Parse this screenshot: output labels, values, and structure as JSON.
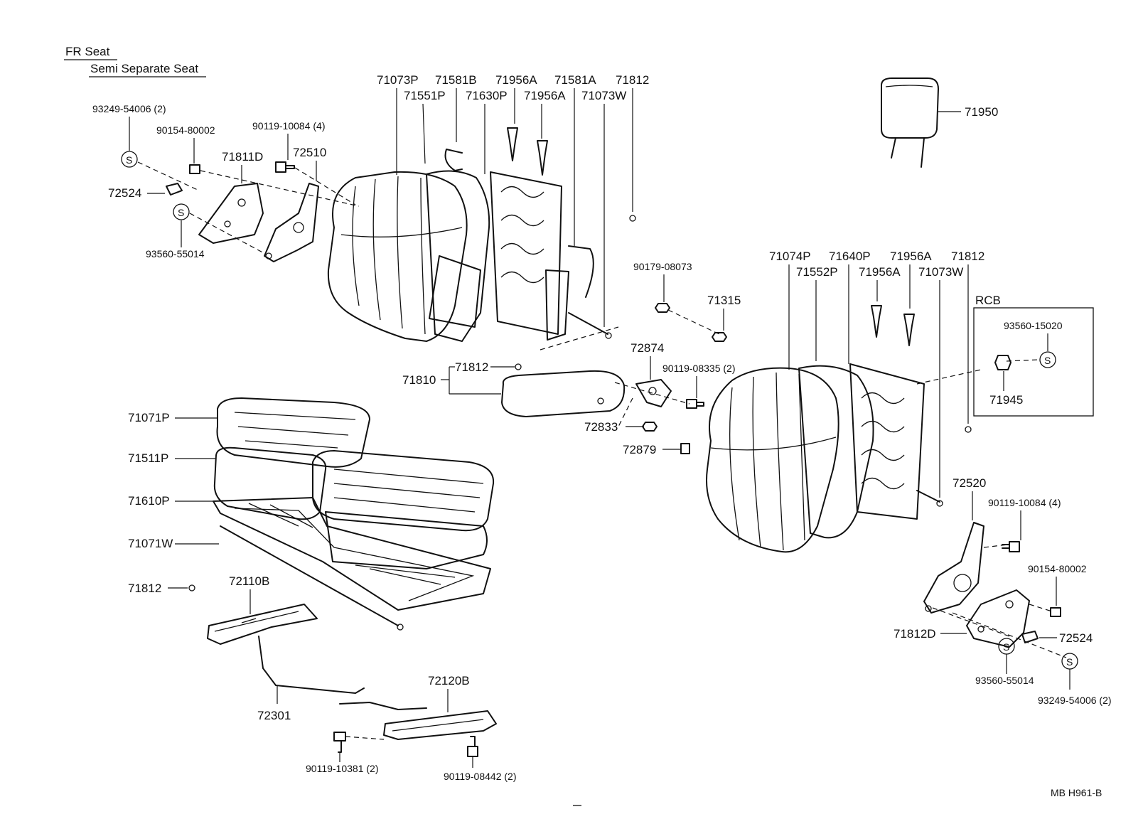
{
  "header": {
    "section": "FR Seat",
    "subsection": "Semi Separate Seat"
  },
  "labels": {
    "p93249_54006_left": "93249-54006 (2)",
    "p90154_80002_left": "90154-80002",
    "p90119_10084_left": "90119-10084 (4)",
    "p71811D": "71811D",
    "p72510": "72510",
    "p72524_left": "72524",
    "p93560_55014_left": "93560-55014",
    "p71073P": "71073P",
    "p71581B": "71581B",
    "p71956A_1": "71956A",
    "p71581A": "71581A",
    "p71812_top": "71812",
    "p71551P": "71551P",
    "p71630P": "71630P",
    "p71956A_2": "71956A",
    "p71073W_top": "71073W",
    "p71950": "71950",
    "p90179_08073": "90179-08073",
    "p71315": "71315",
    "p71074P": "71074P",
    "p71640P": "71640P",
    "p71956A_3": "71956A",
    "p71812_right": "71812",
    "p71552P": "71552P",
    "p71956A_4": "71956A",
    "p71073W_right": "71073W",
    "p72874": "72874",
    "p90119_08335": "90119-08335 (2)",
    "p71812_mid": "71812",
    "p71810": "71810",
    "p72833": "72833",
    "p72879": "72879",
    "p71071P": "71071P",
    "p71511P": "71511P",
    "p71610P": "71610P",
    "p71071W": "71071W",
    "p71812_bottom": "71812",
    "p72110B": "72110B",
    "p72301": "72301",
    "p72120B": "72120B",
    "p90119_10381": "90119-10381 (2)",
    "p90119_08442": "90119-08442 (2)",
    "p72520": "72520",
    "p90119_10084_right": "90119-10084 (4)",
    "p90154_80002_right": "90154-80002",
    "p71812D": "71812D",
    "p72524_right": "72524",
    "p93560_55014_right": "93560-55014",
    "p93249_54006_right": "93249-54006 (2)",
    "rcb_title": "RCB",
    "p93560_15020": "93560-15020",
    "p71945": "71945",
    "diagram_code": "MB  H961-B",
    "s_mark": "S"
  }
}
